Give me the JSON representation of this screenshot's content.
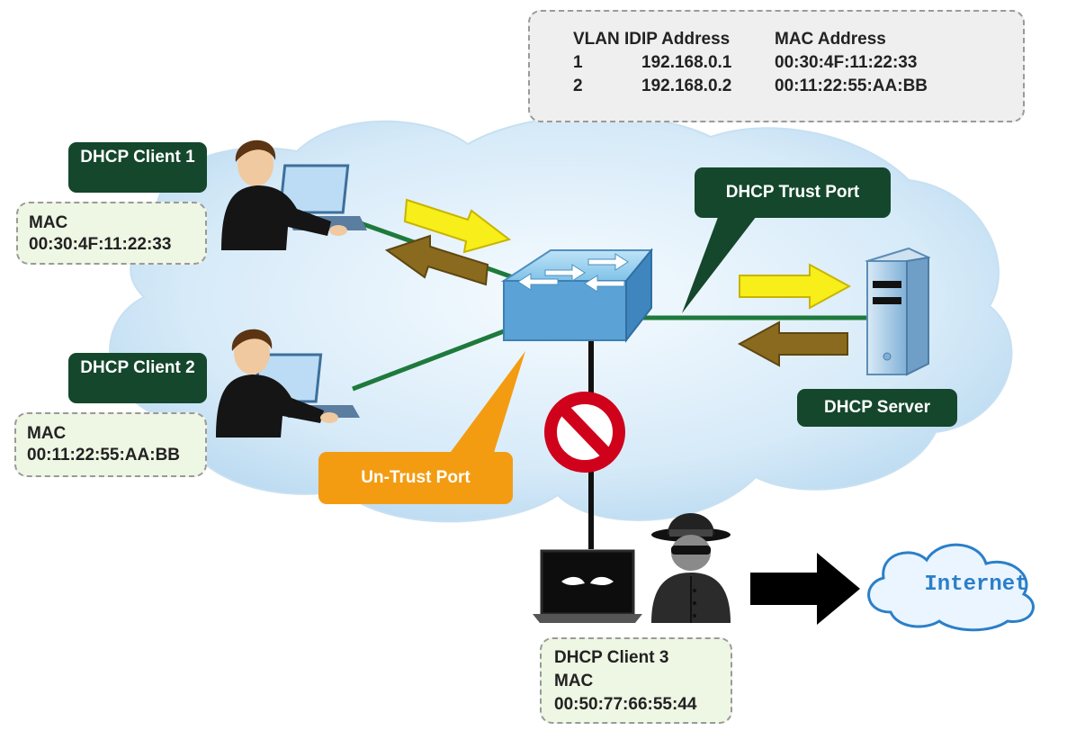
{
  "table": {
    "headers": [
      "VLAN ID",
      "IP Address",
      "MAC Address"
    ],
    "rows": [
      [
        "1",
        "192.168.0.1",
        "00:30:4F:11:22:33"
      ],
      [
        "2",
        "192.168.0.2",
        "00:11:22:55:AA:BB"
      ]
    ]
  },
  "client1": {
    "title": "DHCP Client 1",
    "mac_label": "MAC",
    "mac": "00:30:4F:11:22:33"
  },
  "client2": {
    "title": "DHCP Client 2",
    "mac_label": "MAC",
    "mac": "00:11:22:55:AA:BB"
  },
  "client3": {
    "title": "DHCP Client 3",
    "mac_label": "MAC",
    "mac": "00:50:77:66:55:44"
  },
  "trust_port": "DHCP Trust Port",
  "untrust_port": "Un-Trust Port",
  "server": "DHCP Server",
  "internet": "Internet",
  "colors": {
    "cloud": "#d2e7f6",
    "tag_green": "#14472c",
    "tag_orange": "#f39c12",
    "link_green": "#1e7a3c",
    "arrow_yellow": "#f7ee1a",
    "arrow_brown": "#8a6a1e",
    "block_red": "#d0021b",
    "internet_text": "#2b7fc9"
  }
}
